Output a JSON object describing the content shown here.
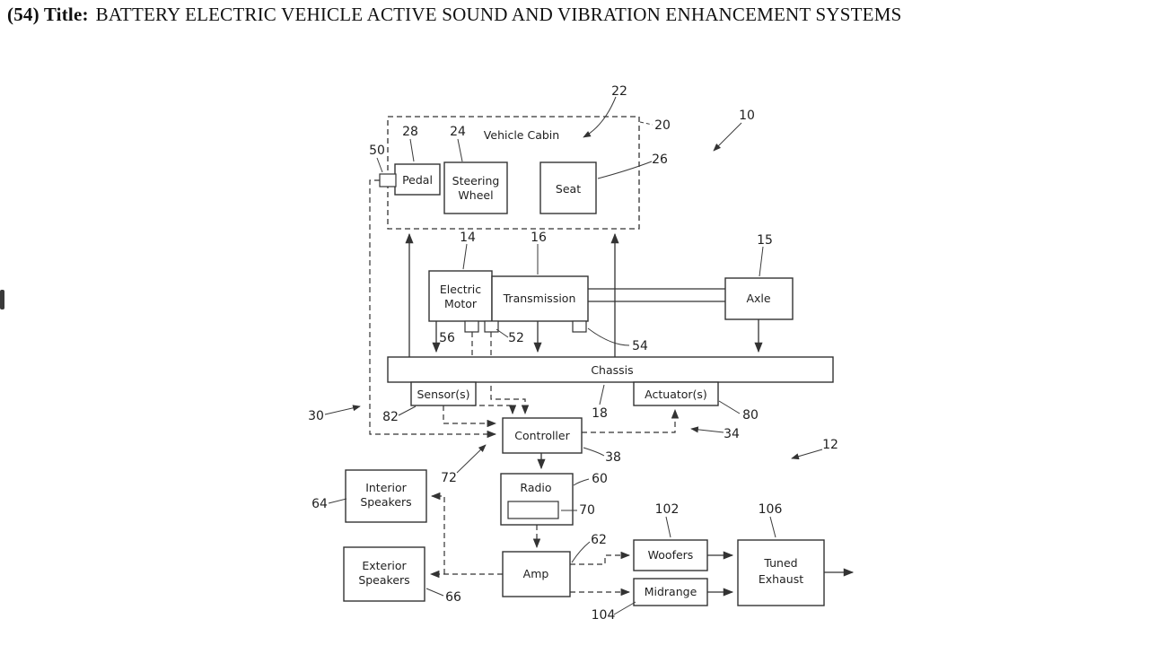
{
  "header": {
    "prefix": "(54) Title:",
    "title": "BATTERY ELECTRIC VEHICLE ACTIVE SOUND AND VIBRATION ENHANCEMENT SYSTEMS"
  },
  "nodes": {
    "vehicle_cabin": "Vehicle Cabin",
    "pedal": "Pedal",
    "steering_wheel": [
      "Steering",
      "Wheel"
    ],
    "seat": "Seat",
    "electric_motor": [
      "Electric",
      "Motor"
    ],
    "transmission": "Transmission",
    "axle": "Axle",
    "chassis": "Chassis",
    "sensors": "Sensor(s)",
    "actuators": "Actuator(s)",
    "controller": "Controller",
    "radio": "Radio",
    "interior_speakers": [
      "Interior",
      "Speakers"
    ],
    "exterior_speakers": [
      "Exterior",
      "Speakers"
    ],
    "amp": "Amp",
    "woofers": "Woofers",
    "midrange": "Midrange",
    "tuned_exhaust": [
      "Tuned",
      "Exhaust"
    ]
  },
  "refs": {
    "system": "10",
    "sound_system": "12",
    "electric_motor": "14",
    "axle": "15",
    "transmission": "16",
    "chassis": "18",
    "cabin_boundary": "20",
    "vehicle_cabin": "22",
    "steering_wheel": "24",
    "seat": "26",
    "pedal": "28",
    "input_line": "30",
    "actuator_line": "34",
    "controller": "38",
    "pedal_sensor": "50",
    "mount_a": "52",
    "mount_b": "54",
    "motor_line": "56",
    "radio": "60",
    "amp_line": "62",
    "interior_speakers": "64",
    "exterior_speakers": "66",
    "radio_display": "70",
    "speaker_line": "72",
    "actuators": "80",
    "sensors": "82",
    "woofers": "102",
    "midrange": "104",
    "tuned_exhaust": "106"
  }
}
